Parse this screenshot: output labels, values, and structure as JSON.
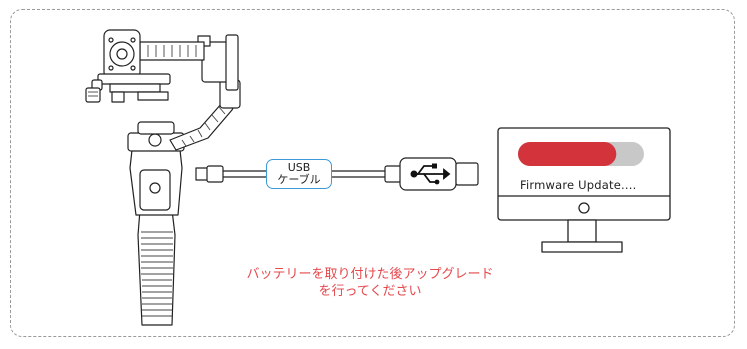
{
  "cable": {
    "label_line1": "USB",
    "label_line2": "ケーブル"
  },
  "monitor": {
    "status_text": "Firmware Update....",
    "progress": 0.78,
    "progress_color": "#d3343c",
    "track_color": "#c8c8c8"
  },
  "instruction": {
    "line1": "バッテリーを取り付けた後アップグレード",
    "line2": "を行ってください",
    "color": "#e5484d"
  },
  "icons": {
    "gimbal": "gimbal-stabilizer-icon",
    "usb": "usb-icon",
    "monitor": "monitor-icon"
  }
}
